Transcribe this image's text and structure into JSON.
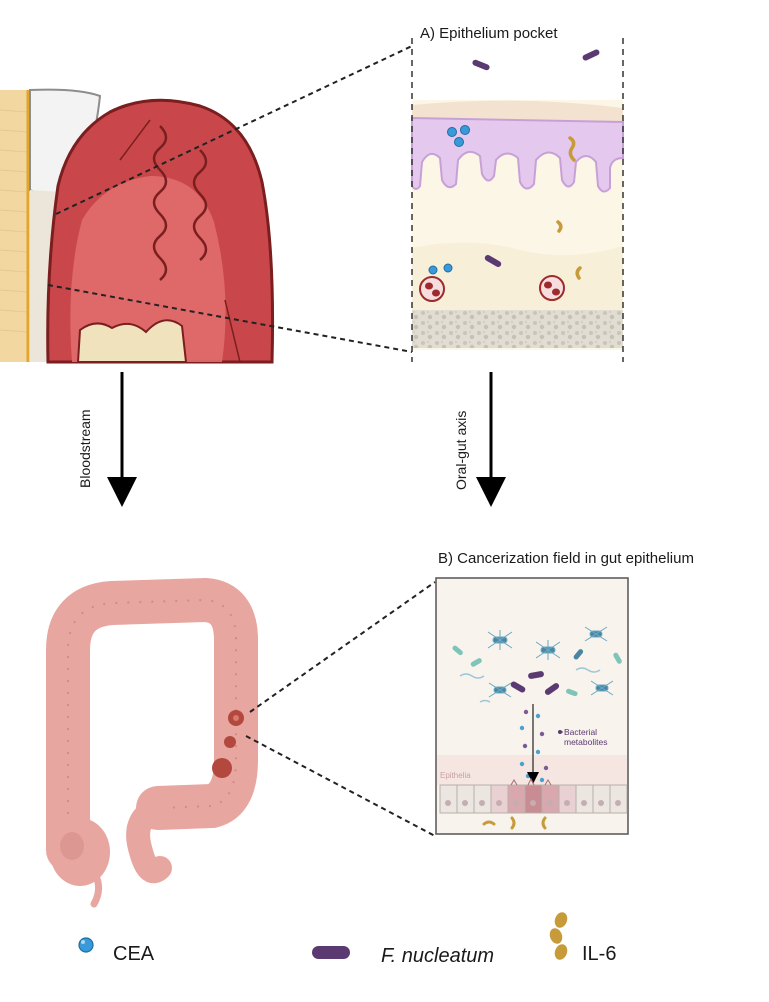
{
  "panels": {
    "a_title": "A) Epithelium pocket",
    "b_title": "B) Cancerization field in gut epithelium",
    "b_metabolites_line1": "Bacterial",
    "b_metabolites_line2": "metabolites",
    "b_epithelia": "Epithelia"
  },
  "arrows": {
    "left": "Bloodstream",
    "right": "Oral-gut axis"
  },
  "legend": [
    {
      "icon": "cea-icon",
      "label": "CEA",
      "color": "#3a9ad9"
    },
    {
      "icon": "f-nucleatum-icon",
      "label": "F. nucleatum",
      "color": "#5b3a72"
    },
    {
      "icon": "il6-icon",
      "label": "IL-6",
      "color": "#c79a3a"
    }
  ]
}
